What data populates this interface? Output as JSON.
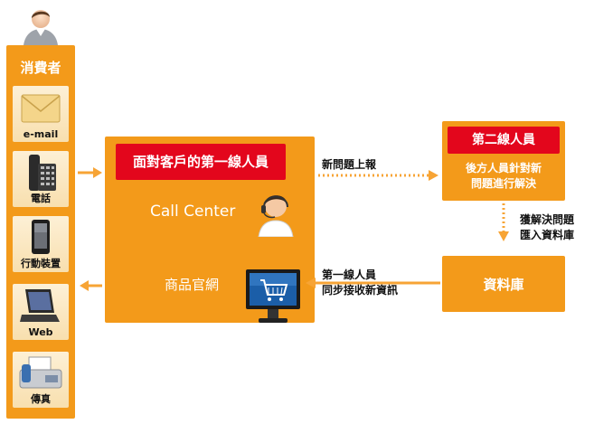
{
  "consumer": {
    "title": "消費者",
    "channels": [
      {
        "label": "e-mail",
        "icon": "envelope-icon"
      },
      {
        "label": "電話",
        "icon": "phone-icon"
      },
      {
        "label": "行動裝置",
        "icon": "mobile-device-icon"
      },
      {
        "label": "Web",
        "icon": "laptop-icon"
      },
      {
        "label": "傳真",
        "icon": "fax-icon"
      }
    ]
  },
  "first_line": {
    "header": "面對客戶的第一線人員",
    "call_center": "Call Center",
    "product_site": "商品官網"
  },
  "second_line": {
    "header": "第二線人員",
    "body_1": "後方人員針對新",
    "body_2": "問題進行解決"
  },
  "database": {
    "label": "資料庫"
  },
  "annotations": {
    "report": "新問題上報",
    "solved_1": "獲解決問題",
    "solved_2": "匯入資料庫",
    "sync_1": "第一線人員",
    "sync_2": "同步接收新資訊"
  },
  "colors": {
    "orange": "#f39a1a",
    "red": "#e3061c",
    "arrow": "#f7a435"
  }
}
